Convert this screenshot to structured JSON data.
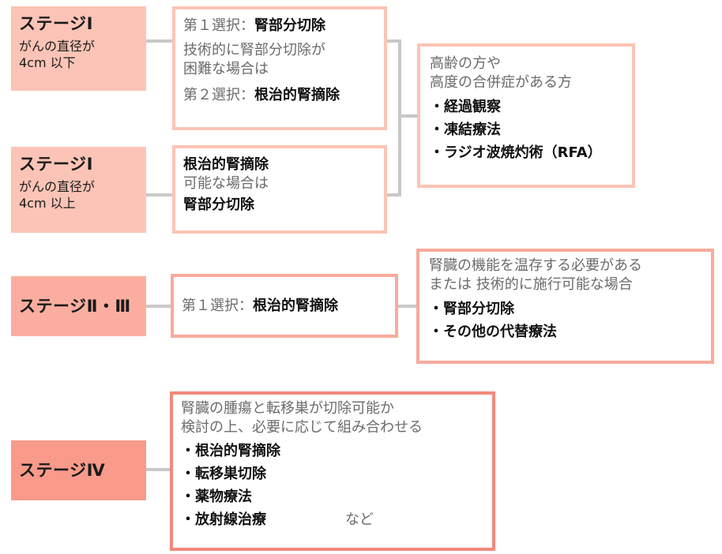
{
  "colors": {
    "stage1_fill": "#fcc4b6",
    "stage23_fill": "#fbae9f",
    "stage4_fill": "#f99a8a",
    "box1_border": "#fcc4b6",
    "box23_border": "#f8aa9c",
    "box4_border": "#f3897d",
    "connector": "#c8c8c8",
    "gray_text": "#6b6b6b"
  },
  "stage1a": {
    "title": "ステージⅠ",
    "subtitle_line1": "がんの直径が",
    "subtitle_line2": "4cm 以下",
    "treatment": {
      "first_label": "第１選択：",
      "first_value": "腎部分切除",
      "condition_line1": "技術的に腎部分切除が",
      "condition_line2": "困難な場合は",
      "second_label": "第２選択：",
      "second_value": "根治的腎摘除"
    }
  },
  "stage1b": {
    "title": "ステージⅠ",
    "subtitle_line1": "がんの直径が",
    "subtitle_line2": "4cm 以上",
    "treatment": {
      "line1": "根治的腎摘除",
      "line2": "可能な場合は",
      "line3": "腎部分切除"
    }
  },
  "stage1_alternative": {
    "condition_line1": "高齢の方や",
    "condition_line2": "高度の合併症がある方",
    "items": [
      "経過観察",
      "凍結療法",
      "ラジオ波焼灼術（RFA）"
    ]
  },
  "stage23": {
    "title": "ステージⅡ・Ⅲ",
    "treatment": {
      "first_label": "第１選択：",
      "first_value": "根治的腎摘除"
    },
    "alternative": {
      "condition_line1": "腎臓の機能を温存する必要がある",
      "condition_line2": "または 技術的に施行可能な場合",
      "items": [
        "腎部分切除",
        "その他の代替療法"
      ]
    }
  },
  "stage4": {
    "title": "ステージⅣ",
    "treatment": {
      "condition_line1": "腎臓の腫瘍と転移巣が切除可能か",
      "condition_line2": "検討の上、必要に応じて組み合わせる",
      "items": [
        "根治的腎摘除",
        "転移巣切除",
        "薬物療法",
        "放射線治療"
      ],
      "suffix": "など"
    }
  }
}
